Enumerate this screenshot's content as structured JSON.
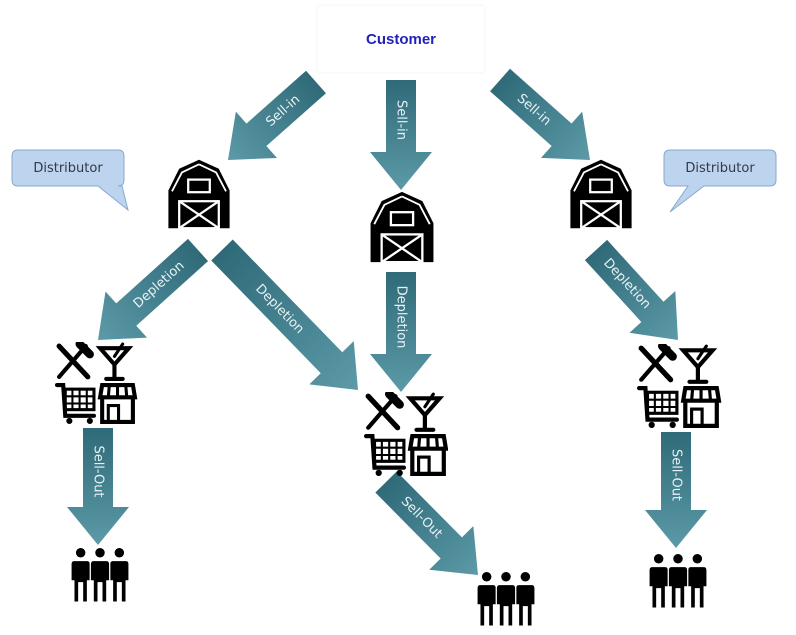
{
  "title": "Customer",
  "distributor_labels": [
    "Distributor",
    "Distributor"
  ],
  "arrow_labels": {
    "sell_in": "Sell-in",
    "depletion": "Depletion",
    "sell_out": "Sell-Out"
  },
  "colors": {
    "arrow_dark": "#2f6a78",
    "arrow_light": "#5c9aa8",
    "customer_text": "#2222bb",
    "bubble_fill": "#bcd4ee",
    "bubble_stroke": "#8aa8cc",
    "icon": "#000000"
  },
  "nodes": {
    "customer": "Customer",
    "warehouses": [
      "warehouse-left",
      "warehouse-center",
      "warehouse-right"
    ],
    "outlets": [
      "outlet-left",
      "outlet-center",
      "outlet-right"
    ],
    "consumers": [
      "consumers-left",
      "consumers-center",
      "consumers-right"
    ]
  }
}
